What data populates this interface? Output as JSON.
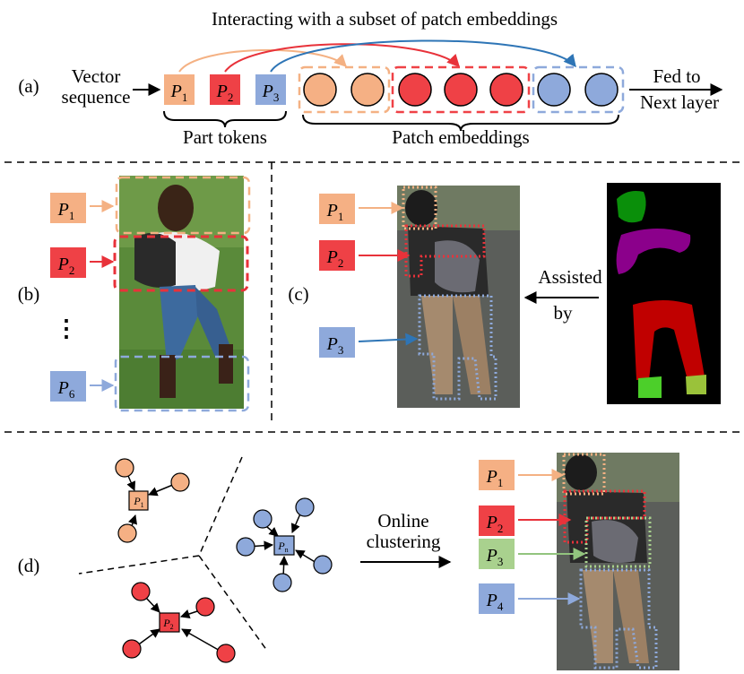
{
  "colors": {
    "orange": "#f5b084",
    "red": "#ef4146",
    "blue": "#8ea9db",
    "green": "#a9d18e",
    "orange_line": "#f4b183",
    "red_line": "#e8323a",
    "blue_line": "#2e75b6",
    "green_line": "#92c47e"
  },
  "panel_a": {
    "title": "Interacting with a subset of patch embeddings",
    "label": "(a)",
    "input_line1": "Vector",
    "input_line2": "sequence",
    "output_line1": "Fed to",
    "output_line2": "Next layer",
    "part_tokens_label": "Part tokens",
    "patch_embeddings_label": "Patch embeddings",
    "tokens": [
      {
        "letter": "P",
        "sub": "1",
        "color": "orange"
      },
      {
        "letter": "P",
        "sub": "2",
        "color": "red"
      },
      {
        "letter": "P",
        "sub": "3",
        "color": "blue"
      }
    ]
  },
  "panel_b": {
    "label": "(b)",
    "tokens": [
      {
        "letter": "P",
        "sub": "1",
        "color": "orange"
      },
      {
        "letter": "P",
        "sub": "2",
        "color": "red"
      },
      {
        "letter": "P",
        "sub": "6",
        "color": "blue"
      }
    ],
    "ellipsis": "⋮"
  },
  "panel_c": {
    "label": "(c)",
    "assist_line1": "Assisted",
    "assist_line2": "by",
    "tokens": [
      {
        "letter": "P",
        "sub": "1",
        "color": "orange"
      },
      {
        "letter": "P",
        "sub": "2",
        "color": "red"
      },
      {
        "letter": "P",
        "sub": "3",
        "color": "blue"
      }
    ]
  },
  "panel_d": {
    "label": "(d)",
    "clustering_line1": "Online",
    "clustering_line2": "clustering",
    "centers": [
      {
        "letter": "P",
        "sub": "1",
        "color": "orange"
      },
      {
        "letter": "P",
        "sub": "n",
        "color": "blue"
      },
      {
        "letter": "P",
        "sub": "2",
        "color": "red"
      }
    ],
    "tokens": [
      {
        "letter": "P",
        "sub": "1",
        "color": "orange"
      },
      {
        "letter": "P",
        "sub": "2",
        "color": "red"
      },
      {
        "letter": "P",
        "sub": "3",
        "color": "green"
      },
      {
        "letter": "P",
        "sub": "4",
        "color": "blue"
      }
    ]
  }
}
